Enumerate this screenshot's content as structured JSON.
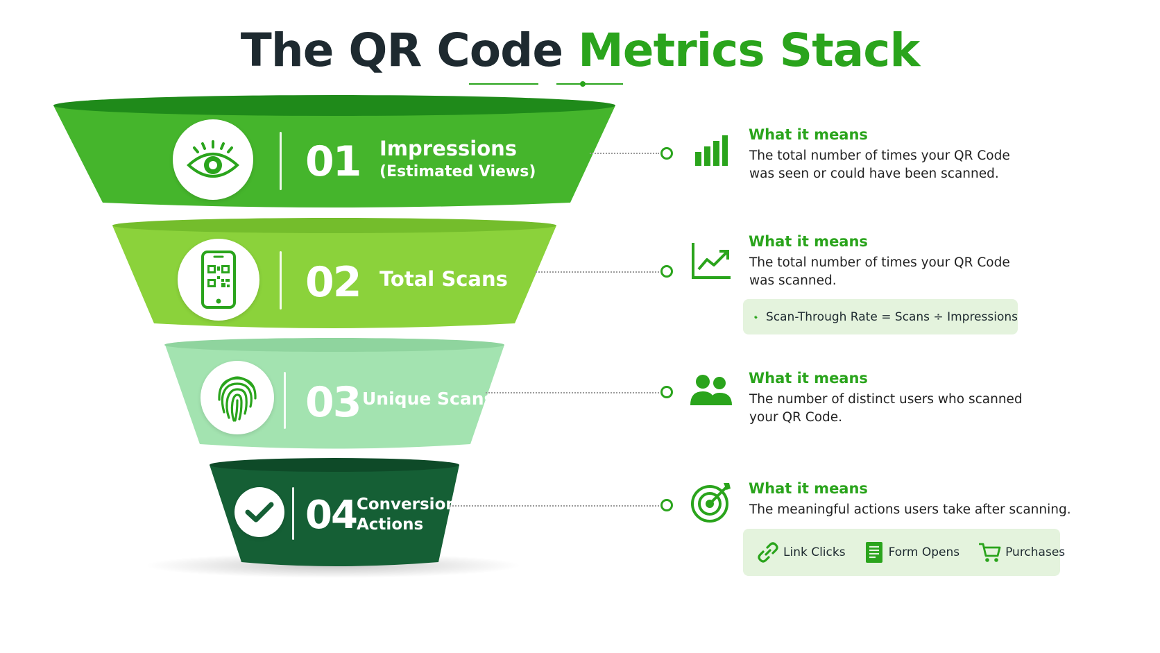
{
  "title": {
    "part1": "The QR Code",
    "part2": "Metrics Stack"
  },
  "colors": {
    "accent": "#2aa41c",
    "tier1": "#45b52c",
    "tier2": "#8bd23b",
    "tier3": "#a3e3b0",
    "tier4": "#155f35"
  },
  "tiers": [
    {
      "number": "01",
      "label": "Impressions",
      "sublabel": "(Estimated Views)",
      "icon": "eye-icon",
      "means_title": "What it means",
      "means_line1": "The total number of times your QR Code",
      "means_line2": "was seen or could have been scanned.",
      "side_icon": "bar-chart-icon"
    },
    {
      "number": "02",
      "label": "Total Scans",
      "icon": "phone-qr-icon",
      "means_title": "What it means",
      "means_line1": "The total number of times your QR Code",
      "means_line2": "was scanned.",
      "side_icon": "line-chart-icon",
      "formula": "Scan-Through Rate = Scans ÷ Impressions"
    },
    {
      "number": "03",
      "label": "Unique Scans",
      "icon": "fingerprint-icon",
      "means_title": "What it means",
      "means_line1": "The number of distinct users who scanned",
      "means_line2": "your QR Code.",
      "side_icon": "users-icon"
    },
    {
      "number": "04",
      "label_line1": "Conversion",
      "label_line2": "Actions",
      "icon": "checkmark-icon",
      "means_title": "What it means",
      "means_line1": "The meaningful actions users take after scanning.",
      "side_icon": "target-icon",
      "actions": [
        {
          "label": "Link Clicks",
          "icon": "link-icon"
        },
        {
          "label": "Form Opens",
          "icon": "form-icon"
        },
        {
          "label": "Purchases",
          "icon": "cart-icon"
        }
      ]
    }
  ]
}
